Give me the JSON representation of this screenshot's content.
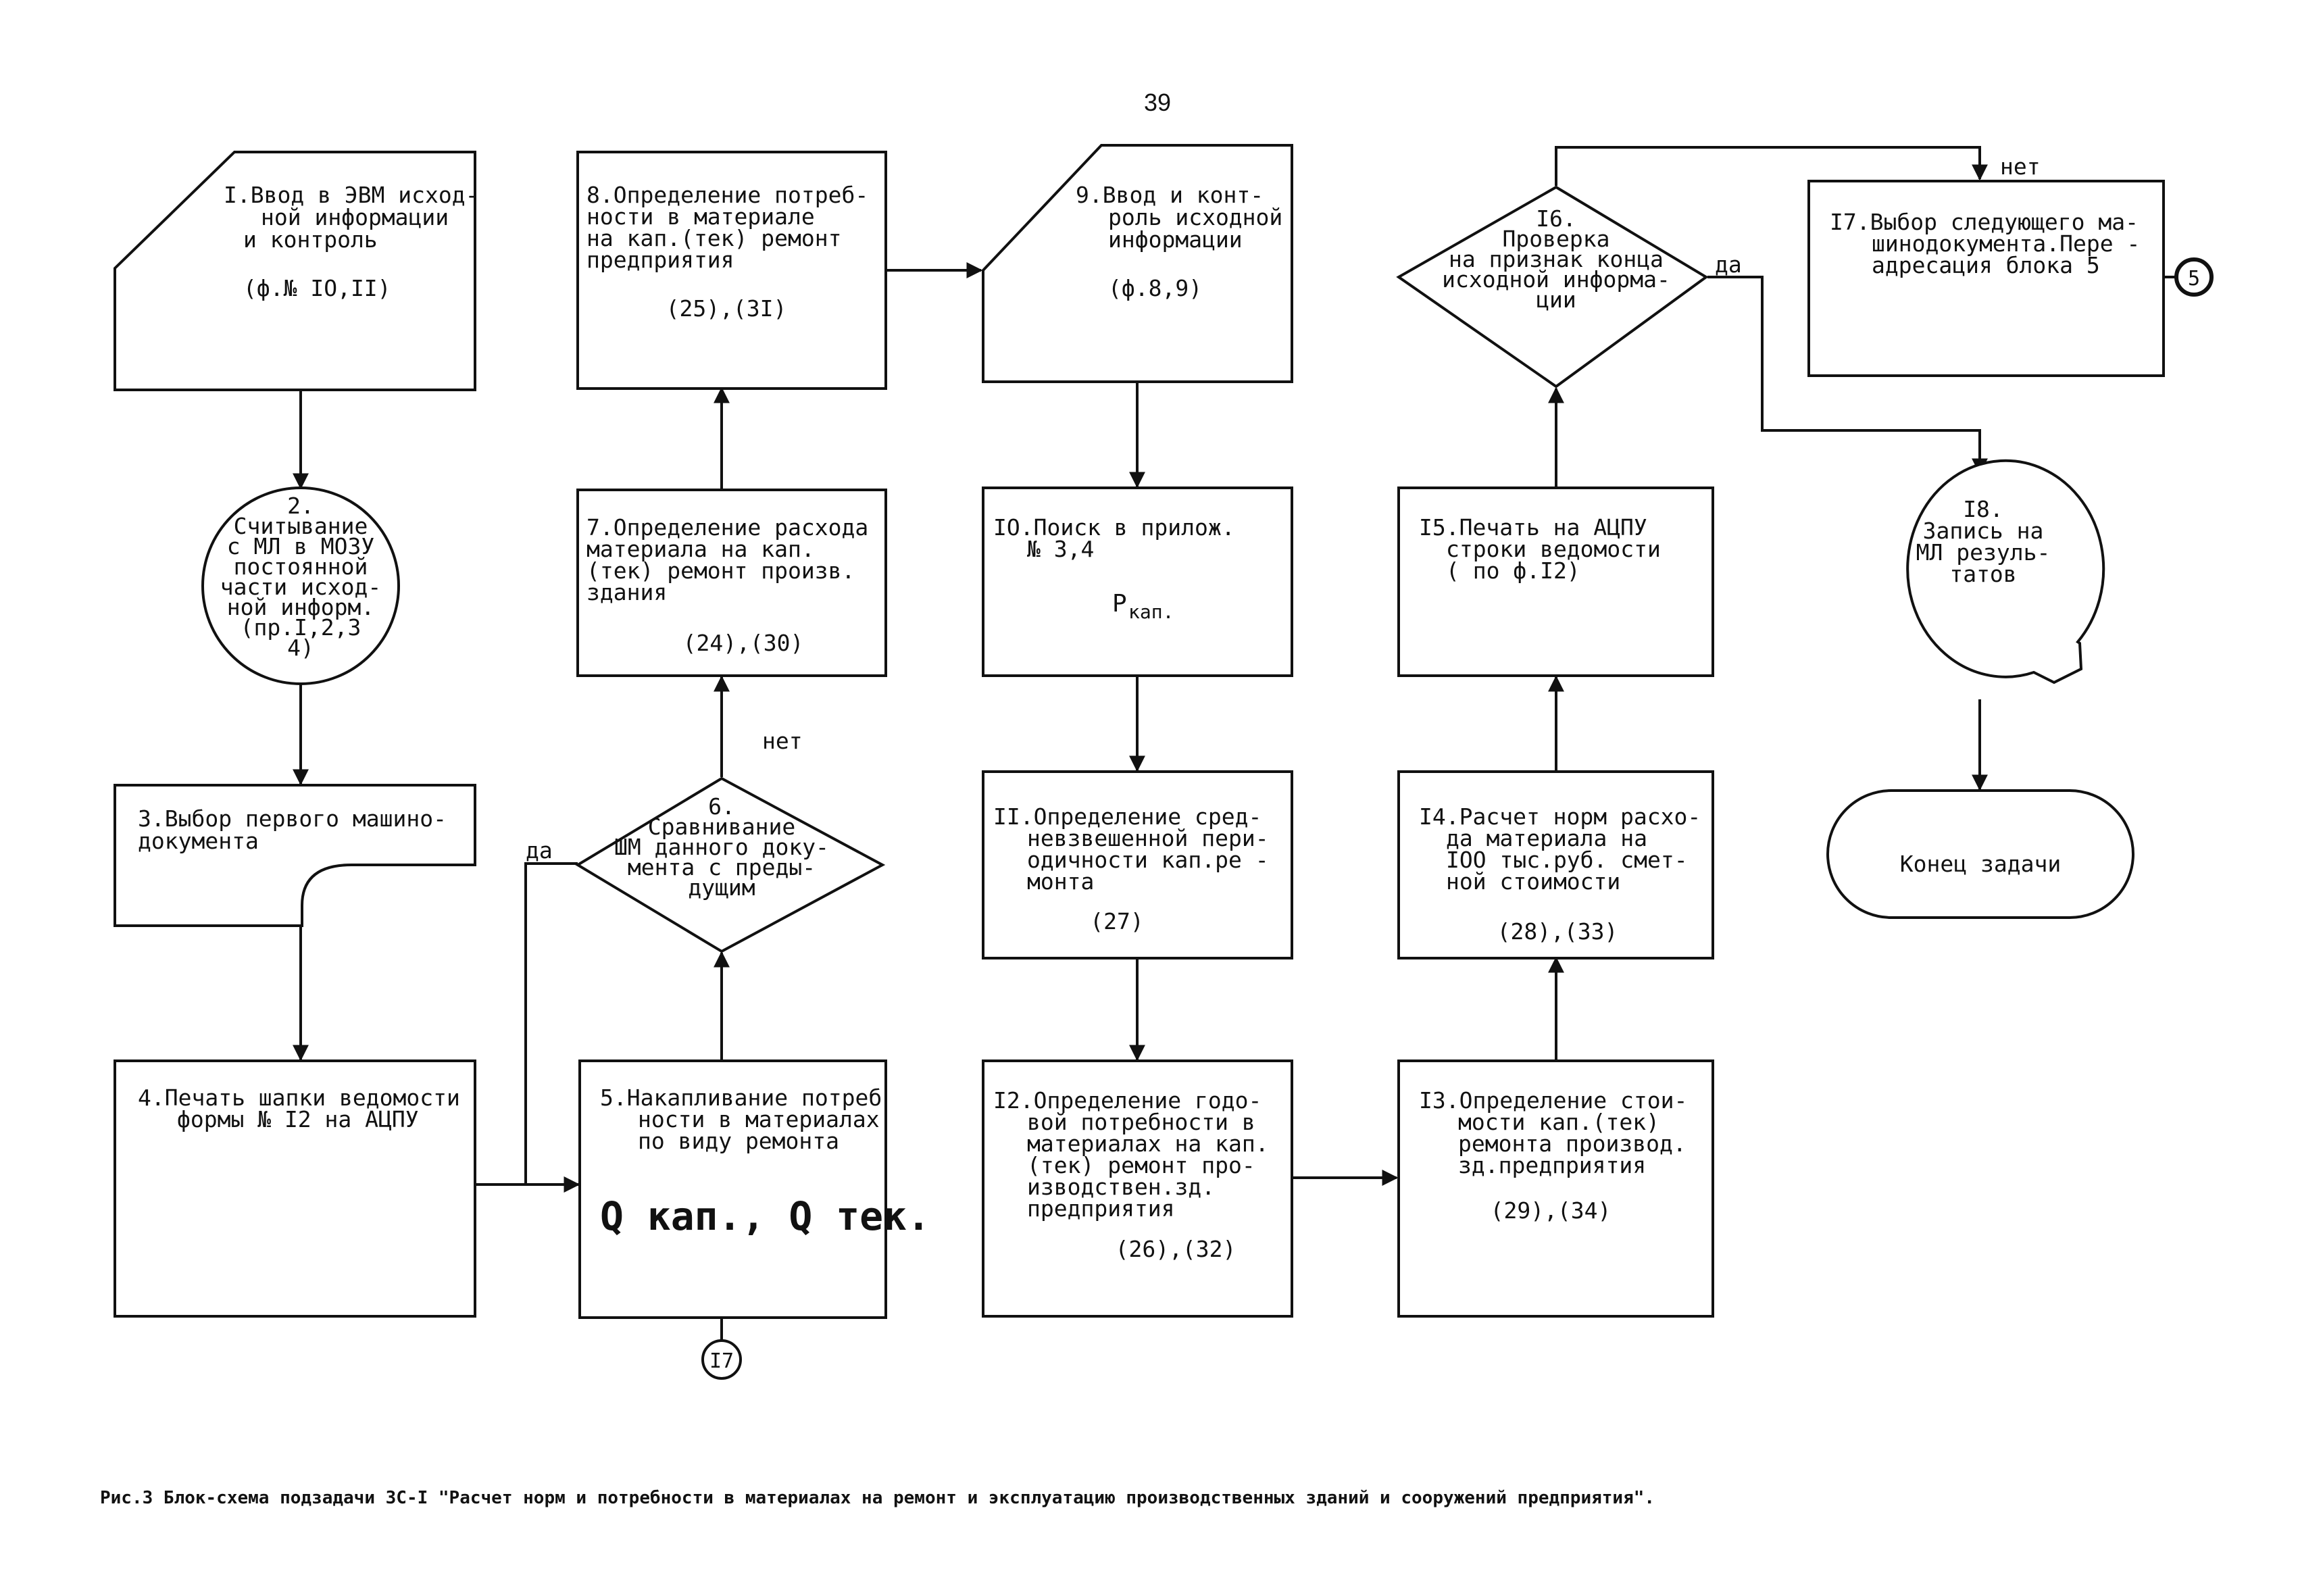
{
  "page_number": "39",
  "caption": "Рис.3 Блок-схема подзадачи ЗС-I \"Расчет норм и потребности в материалах на ремонт и эксплуатацию производственных зданий и сооружений предприятия\".",
  "labels": {
    "yes": "да",
    "no": "нет",
    "no_top": "нет",
    "yes_16": "да"
  },
  "connectors": {
    "c5": "5",
    "c17": "I7"
  },
  "blocks": {
    "b1": {
      "lines": [
        "I.Ввод в ЭВМ исход-",
        "ной информации",
        "и контроль"
      ],
      "ref": "(ф.№ IO,II)"
    },
    "b2": {
      "lines": [
        "2.",
        "Считывание",
        "с МЛ в МОЗУ",
        "постоянной",
        "части исход-",
        "ной информ.",
        "(пр.I,2,3",
        "4)"
      ]
    },
    "b3": {
      "lines": [
        "3.Выбор первого машино-",
        "документа"
      ]
    },
    "b4": {
      "lines": [
        "4.Печать шапки ведомости",
        "формы № I2 на АЦПУ"
      ]
    },
    "b5": {
      "lines": [
        "5.Накапливание потреб",
        "ности в материалах",
        "по виду ремонта"
      ],
      "formula": "Q кап., Q тек."
    },
    "b6": {
      "lines": [
        "6.",
        "Сравнивание",
        "ШМ данного доку-",
        "мента с преды-",
        "дущим"
      ]
    },
    "b7": {
      "lines": [
        "7.Определение расхода",
        "материала на кап.",
        "(тек) ремонт произв.",
        "здания"
      ],
      "ref": "(24),(30)"
    },
    "b8": {
      "lines": [
        "8.Определение потреб-",
        "ности в материале",
        "на кап.(тек) ремонт",
        "предприятия"
      ],
      "ref": "(25),(3I)"
    },
    "b9": {
      "lines": [
        "9.Ввод и конт-",
        "роль исходной",
        "информации"
      ],
      "ref": "(ф.8,9)"
    },
    "b10": {
      "lines": [
        "IO.Поиск в прилож.",
        "№ 3,4"
      ],
      "symbol": "P",
      "symbol_sub": "кап."
    },
    "b11": {
      "lines": [
        "II.Определение сред-",
        "невзвешенной пери-",
        "одичности кап.ре -",
        "монта"
      ],
      "ref": "(27)"
    },
    "b12": {
      "lines": [
        "I2.Определение годо-",
        "вой потребности в",
        "материалах на кап.",
        "(тек) ремонт про-",
        "изводствен.зд.",
        "предприятия"
      ],
      "ref": "(26),(32)"
    },
    "b13": {
      "lines": [
        "I3.Определение стои-",
        "мости кап.(тек)",
        "ремонта производ.",
        "зд.предприятия"
      ],
      "ref": "(29),(34)"
    },
    "b14": {
      "lines": [
        "I4.Расчет норм расхо-",
        "да материала на",
        "IOO тыс.руб. смет-",
        "ной стоимости"
      ],
      "ref": "(28),(33)"
    },
    "b15": {
      "lines": [
        "I5.Печать на АЦПУ",
        "строки ведомости",
        "( по ф.I2)"
      ]
    },
    "b16": {
      "lines": [
        "I6.",
        "Проверка",
        "на признак конца",
        "исходной информа-",
        "ции"
      ]
    },
    "b17": {
      "lines": [
        "I7.Выбор следующего ма-",
        "шинодокумента.Пере -",
        "адресация блока 5"
      ]
    },
    "b18": {
      "lines": [
        "I8.",
        "Запись на",
        "МЛ резуль-",
        "татов"
      ]
    },
    "end": {
      "label": "Конец задачи"
    }
  }
}
